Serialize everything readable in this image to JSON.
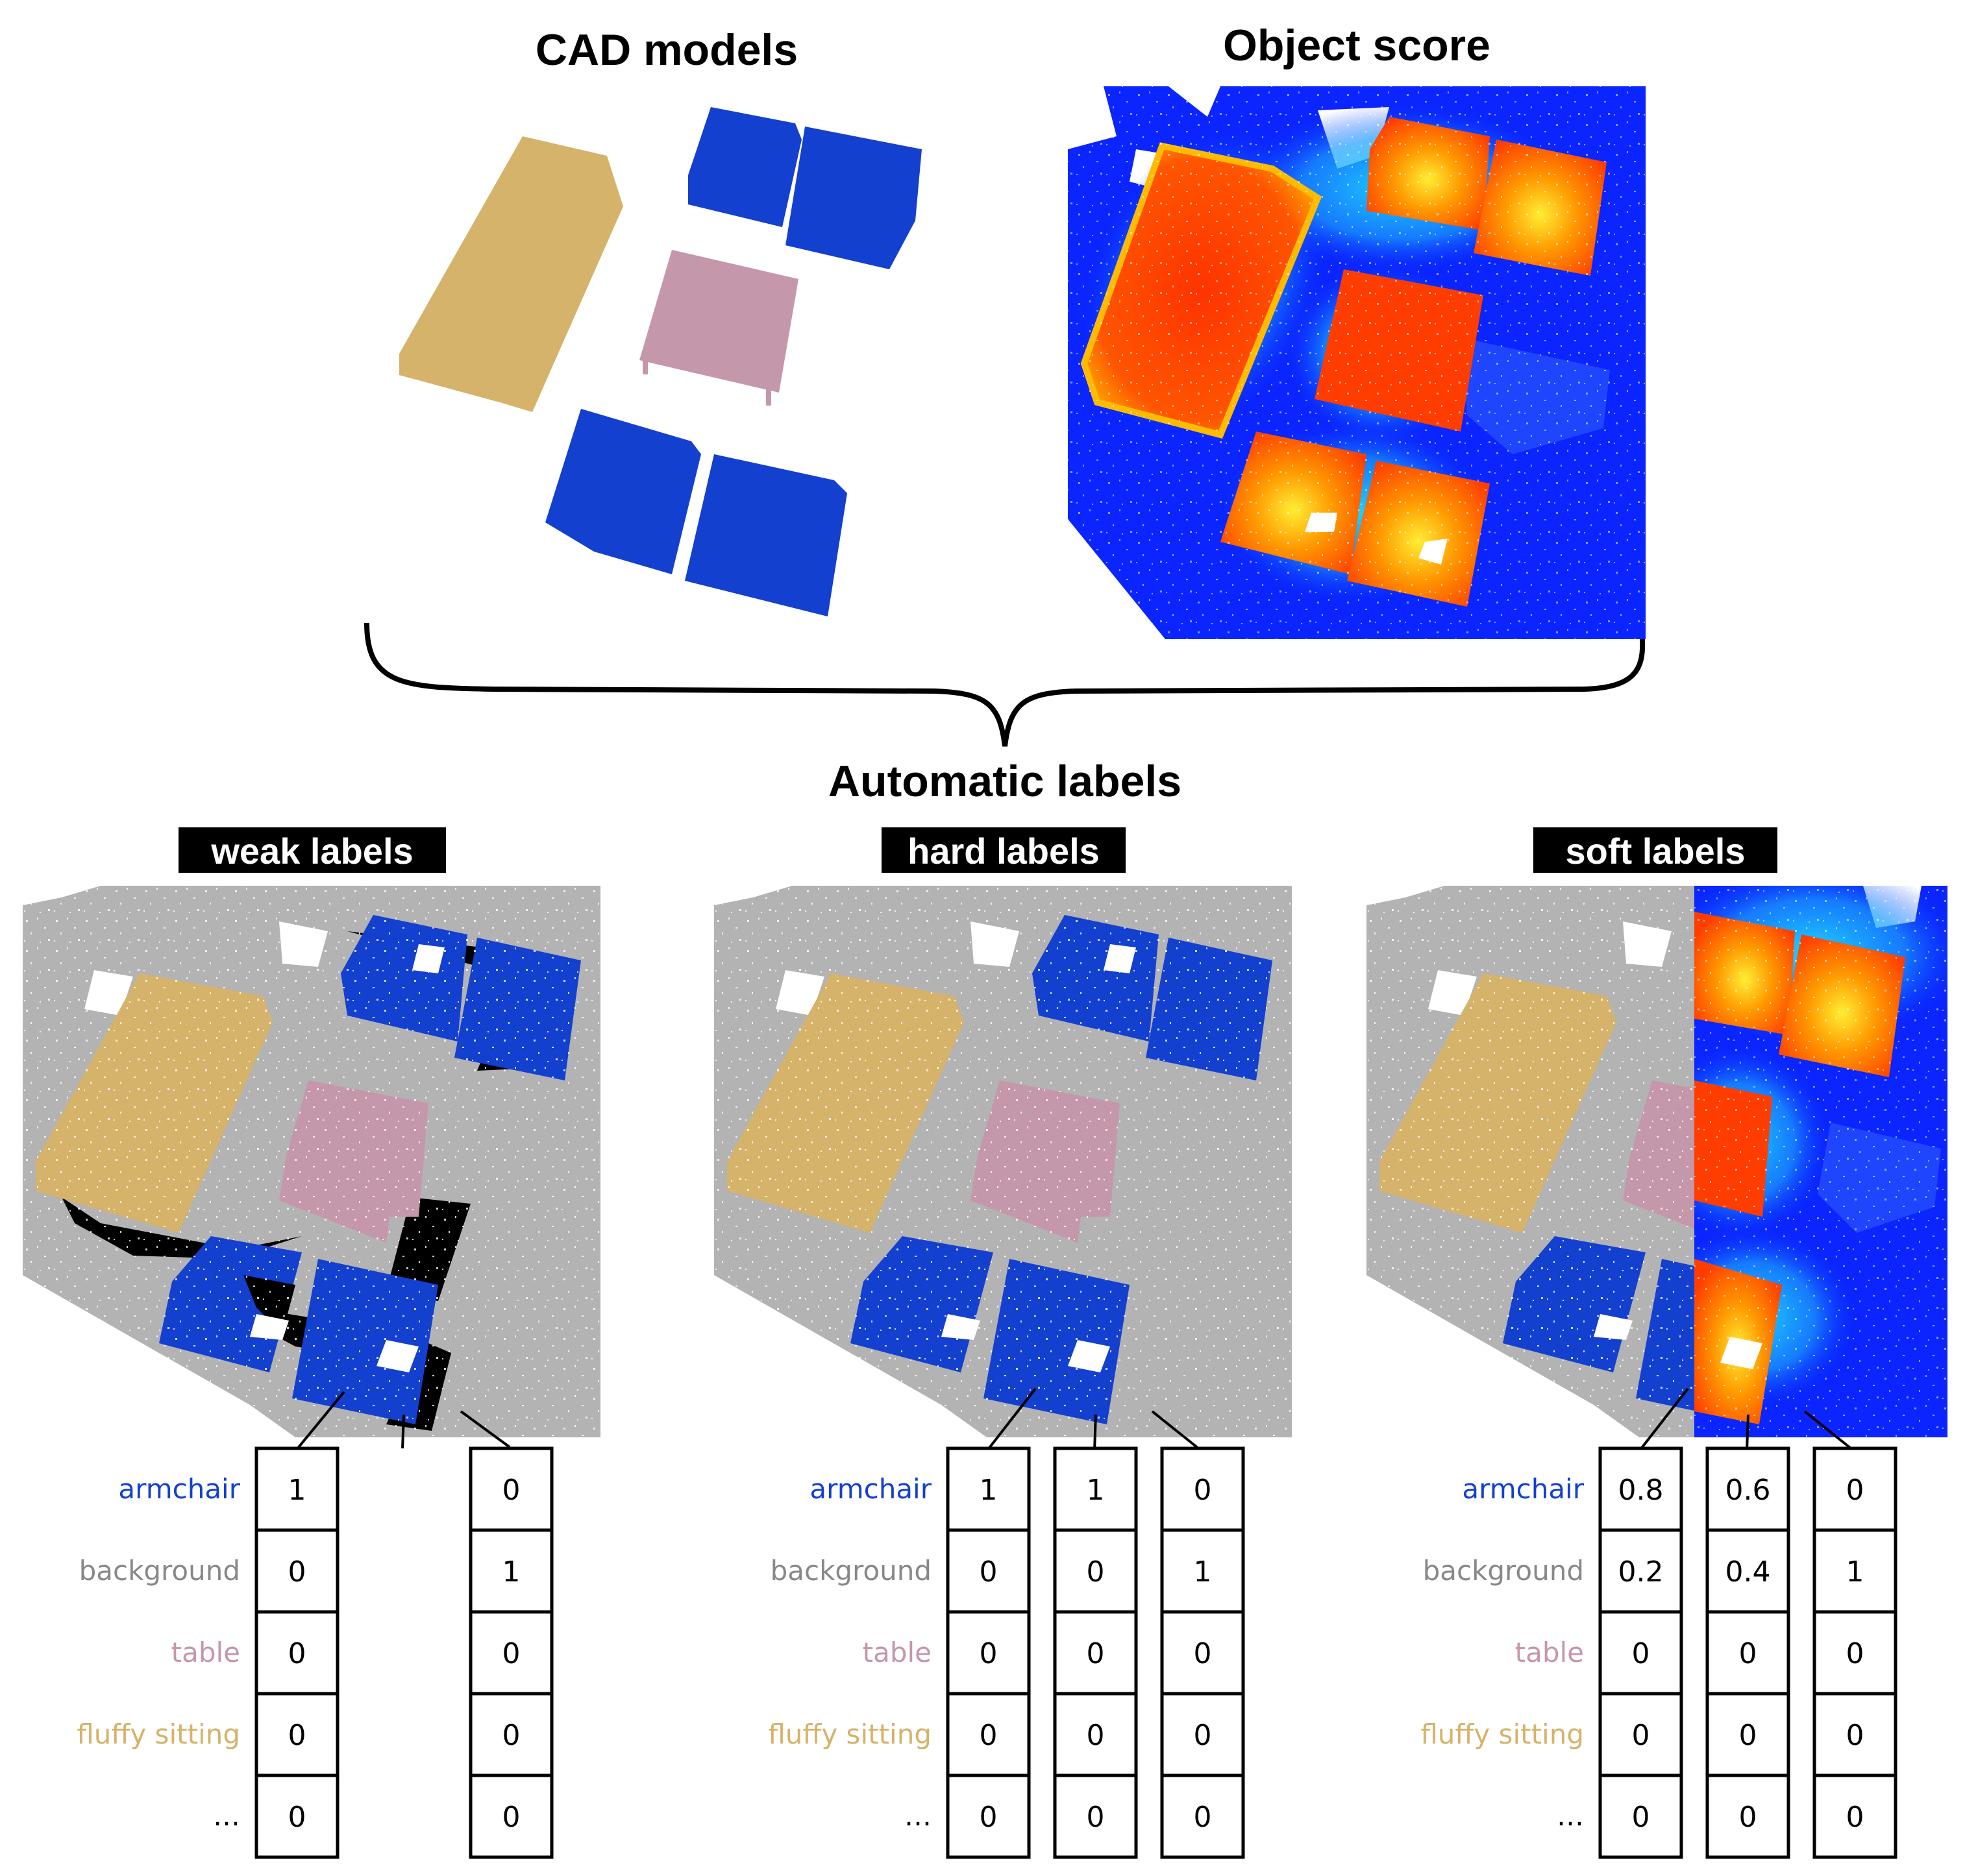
{
  "titles": {
    "cad_models": "CAD models",
    "object_score": "Object score",
    "automatic_labels": "Automatic labels"
  },
  "colors": {
    "armchair": "#1340cf",
    "background": "#888888",
    "table": "#c597aa",
    "fluffy_sitting": "#d6b36a",
    "cloud_gray": "#b3b3b3",
    "missing_label": "#000000"
  },
  "class_labels": [
    "armchair",
    "background",
    "table",
    "fluffy sitting",
    "…"
  ],
  "panels": [
    {
      "id": "weak",
      "tag": "weak labels",
      "columns": [
        [
          "1",
          "0",
          "0",
          "0",
          "0"
        ],
        null,
        [
          "0",
          "1",
          "0",
          "0",
          "0"
        ]
      ]
    },
    {
      "id": "hard",
      "tag": "hard labels",
      "columns": [
        [
          "1",
          "0",
          "0",
          "0",
          "0"
        ],
        [
          "1",
          "0",
          "0",
          "0",
          "0"
        ],
        [
          "0",
          "1",
          "0",
          "0",
          "0"
        ]
      ]
    },
    {
      "id": "soft",
      "tag": "soft labels",
      "columns": [
        [
          "0.8",
          "0.2",
          "0",
          "0",
          "0"
        ],
        [
          "0.6",
          "0.4",
          "0",
          "0",
          "0"
        ],
        [
          "0",
          "1",
          "0",
          "0",
          "0"
        ]
      ]
    }
  ]
}
